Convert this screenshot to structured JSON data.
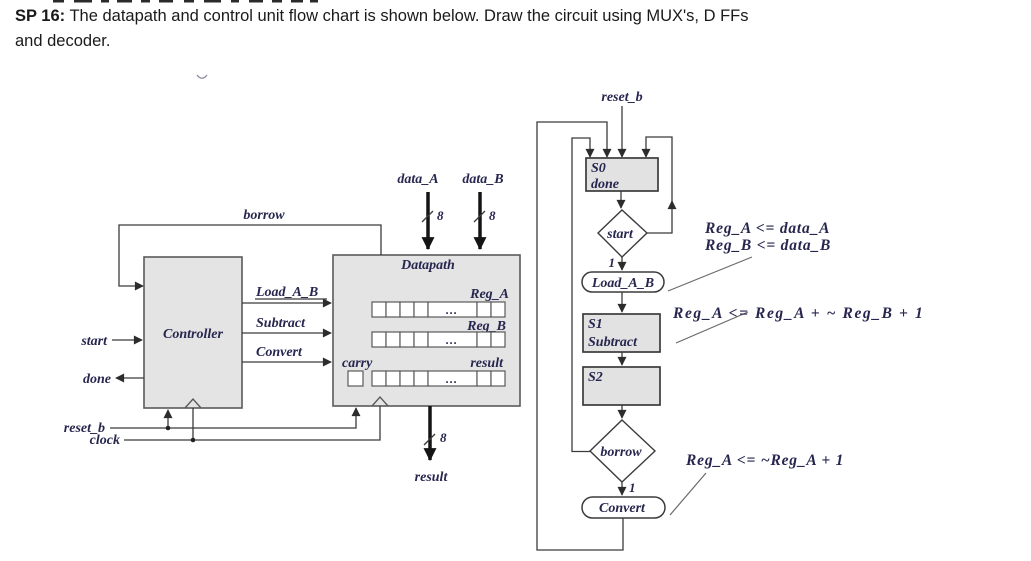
{
  "title": {
    "problem_id": "SP 16:",
    "line1": "The datapath and control unit flow chart is shown below. Draw the circuit using MUX's, D FFs",
    "line2": "and decoder."
  },
  "block_diagram": {
    "controller_label": "Controller",
    "datapath_label": "Datapath",
    "reg_a_label": "Reg_A",
    "reg_b_label": "Reg_B",
    "carry_label": "carry",
    "result_label": "result",
    "ellipsis": "...",
    "signals": {
      "borrow": "borrow",
      "load_a_b": "Load_A_B",
      "subtract": "Subtract",
      "convert": "Convert",
      "start": "start",
      "done": "done",
      "reset_b": "reset_b",
      "clock": "clock",
      "data_a": "data_A",
      "data_b": "data_B",
      "result": "result",
      "bus_width": "8"
    }
  },
  "flowchart": {
    "reset_b": "reset_b",
    "s0_name": "S0",
    "s0_output": "done",
    "start_decision": "start",
    "start_true": "1",
    "load_state": "Load_A_B",
    "s1_name": "S1",
    "s1_output": "Subtract",
    "s2_name": "S2",
    "borrow_decision": "borrow",
    "borrow_true": "1",
    "convert_state": "Convert",
    "annotations": {
      "load_line1": "Reg_A <= data_A",
      "load_line2": "Reg_B <= data_B",
      "subtract": "Reg_A <= Reg_A + ~ Reg_B + 1",
      "convert": "Reg_A <= ~Reg_A + 1"
    }
  }
}
